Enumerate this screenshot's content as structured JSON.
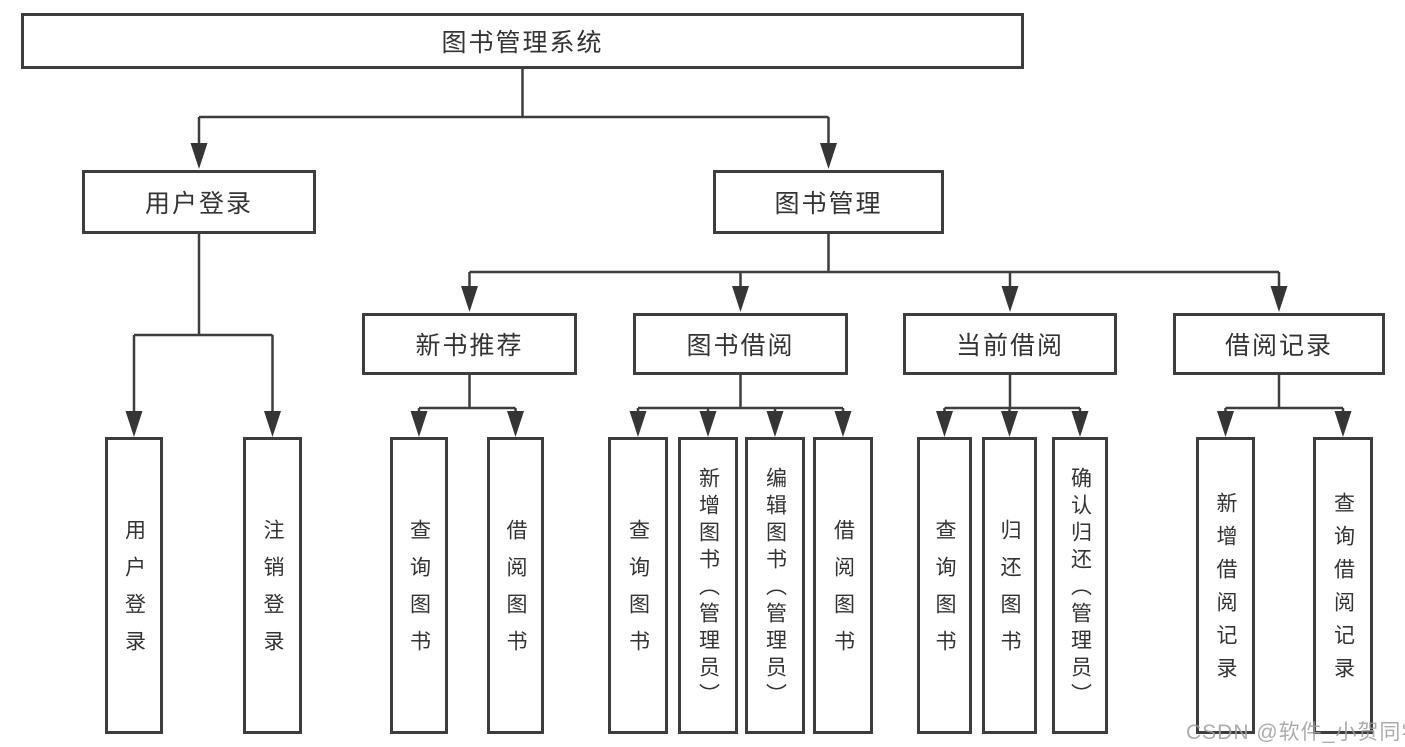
{
  "title": "图书管理系统",
  "tree": {
    "root": "图书管理系统",
    "children": [
      {
        "label": "用户登录",
        "children": [
          {
            "label": "用户登录"
          },
          {
            "label": "注销登录"
          }
        ]
      },
      {
        "label": "图书管理",
        "children": [
          {
            "label": "新书推荐",
            "children": [
              {
                "label": "查询图书"
              },
              {
                "label": "借阅图书"
              }
            ]
          },
          {
            "label": "图书借阅",
            "children": [
              {
                "label": "查询图书"
              },
              {
                "label": "新增图书（管理员）"
              },
              {
                "label": "编辑图书（管理员）"
              },
              {
                "label": "借阅图书"
              }
            ]
          },
          {
            "label": "当前借阅",
            "children": [
              {
                "label": "查询图书"
              },
              {
                "label": "归还图书"
              },
              {
                "label": "确认归还（管理员）"
              }
            ]
          },
          {
            "label": "借阅记录",
            "children": [
              {
                "label": "新增借阅记录"
              },
              {
                "label": "查询借阅记录"
              }
            ]
          }
        ]
      }
    ]
  },
  "watermark": "CSDN @软件_小贺同学",
  "colors": {
    "line": "#3d3d3d",
    "text": "#333333",
    "watermark": "#9e9e9e",
    "background": "#ffffff"
  }
}
